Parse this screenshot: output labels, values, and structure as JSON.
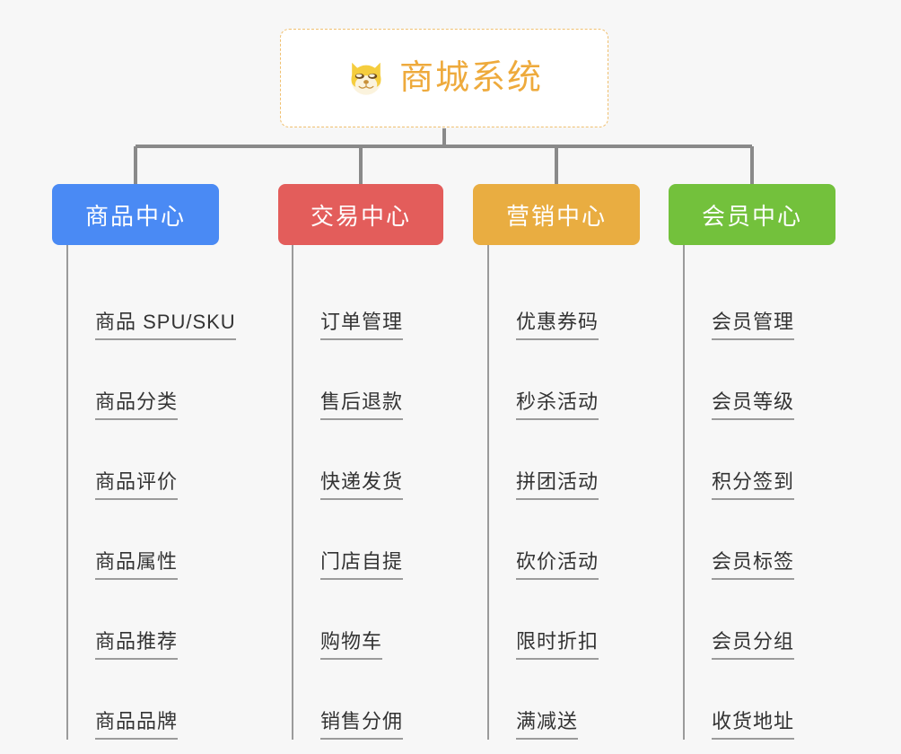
{
  "root": {
    "title": "商城系统",
    "icon": "shiba-dog-face-icon",
    "border_color": "#f0c070",
    "text_color": "#eeaa3c",
    "background": "#ffffff"
  },
  "canvas": {
    "background": "#f7f7f7",
    "connector_color": "#8a8a8a"
  },
  "categories": [
    {
      "label": "商品中心",
      "color": "#4a8af4",
      "children": [
        "商品 SPU/SKU",
        "商品分类",
        "商品评价",
        "商品属性",
        "商品推荐",
        "商品品牌"
      ]
    },
    {
      "label": "交易中心",
      "color": "#e35d5b",
      "children": [
        "订单管理",
        "售后退款",
        "快递发货",
        "门店自提",
        "购物车",
        "销售分佣"
      ]
    },
    {
      "label": "营销中心",
      "color": "#e9ad41",
      "children": [
        "优惠券码",
        "秒杀活动",
        "拼团活动",
        "砍价活动",
        "限时折扣",
        "满减送"
      ]
    },
    {
      "label": "会员中心",
      "color": "#73c13c",
      "children": [
        "会员管理",
        "会员等级",
        "积分签到",
        "会员标签",
        "会员分组",
        "收货地址"
      ]
    }
  ]
}
